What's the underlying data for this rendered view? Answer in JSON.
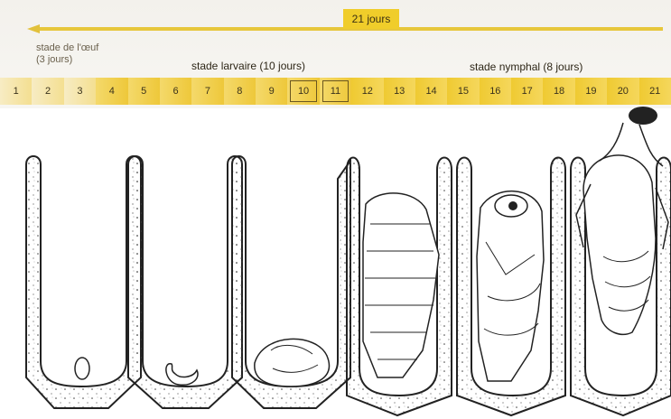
{
  "title_total": "21 jours",
  "stages": {
    "egg": "stade de l'œuf\n(3 jours)",
    "larva": "stade larvaire (10 jours)",
    "nymph": "stade nymphal (8 jours)"
  },
  "days": [
    "1",
    "2",
    "3",
    "4",
    "5",
    "6",
    "7",
    "8",
    "9",
    "10",
    "11",
    "12",
    "13",
    "14",
    "15",
    "16",
    "17",
    "18",
    "19",
    "20",
    "21"
  ],
  "colors": {
    "timeline_yellow": "#f0cd2a",
    "egg_yellow": "#f4e3a8",
    "drawing_ink": "#222222"
  }
}
